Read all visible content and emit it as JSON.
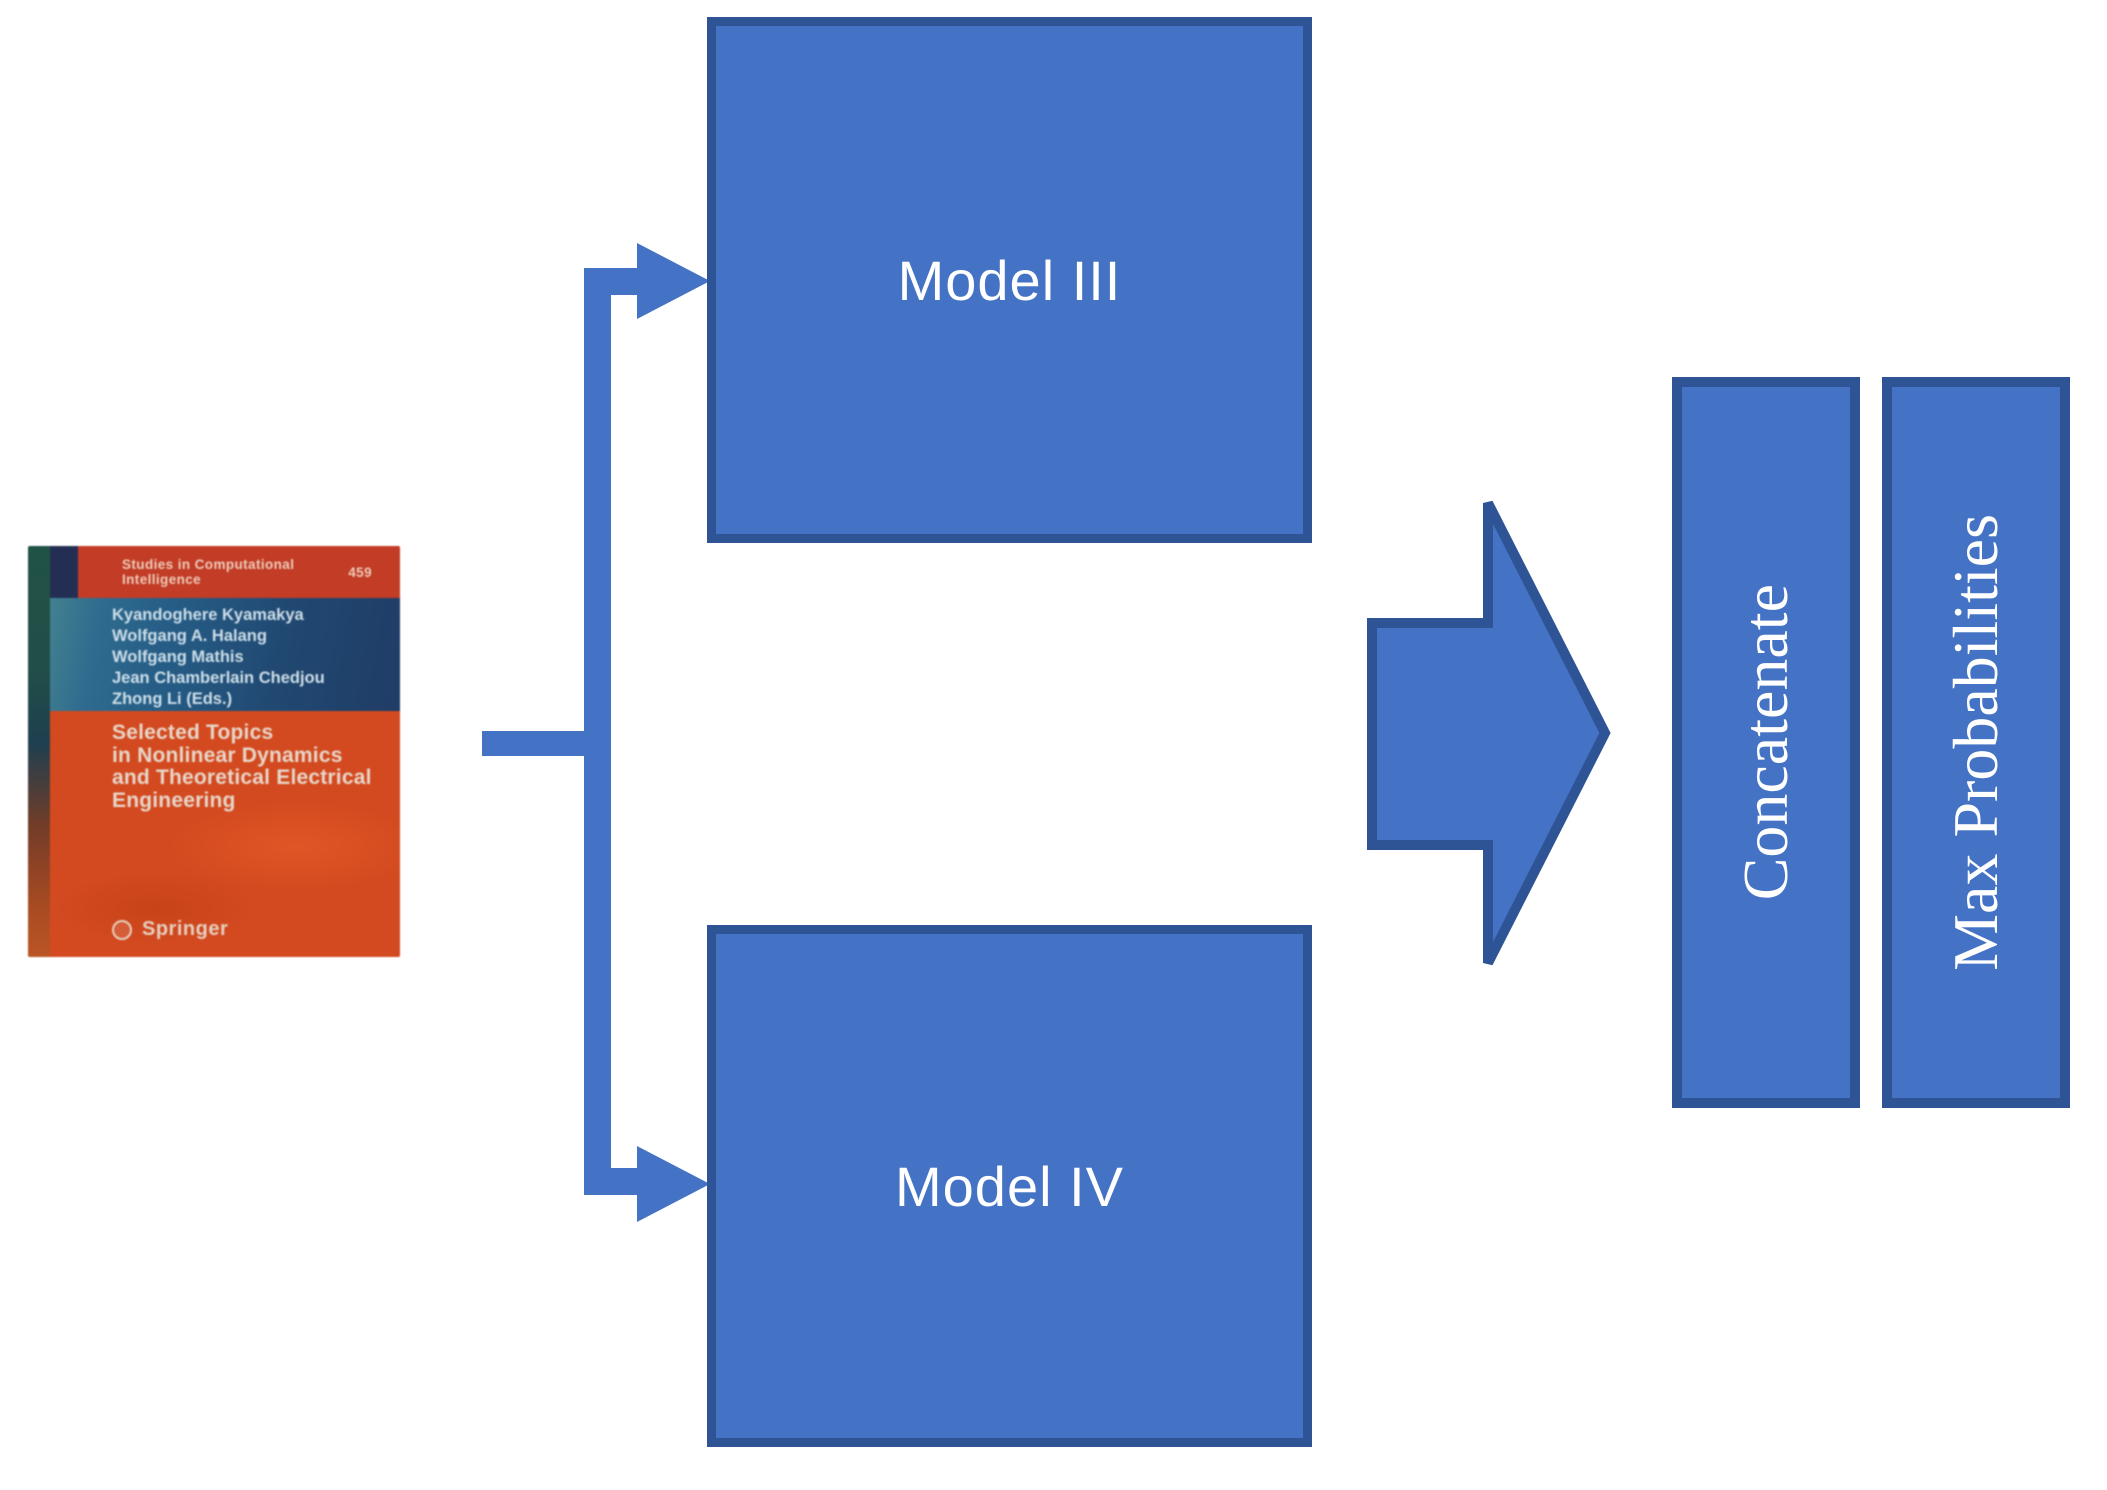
{
  "book": {
    "series_label": "Studies in Computational Intelligence",
    "series_number": "459",
    "authors": [
      "Kyandoghere Kyamakya",
      "Wolfgang A. Halang",
      "Wolfgang Mathis",
      "Jean Chamberlain Chedjou",
      "Zhong Li (Eds.)"
    ],
    "title_lines": [
      "Selected Topics",
      "in Nonlinear Dynamics",
      "and Theoretical Electrical",
      "Engineering"
    ],
    "publisher": "Springer"
  },
  "nodes": {
    "model3": {
      "label": "Model III"
    },
    "model4": {
      "label": "Model IV"
    }
  },
  "outputs": {
    "concatenate": {
      "label": "Concatenate"
    },
    "max_probabilities": {
      "label": "Max Probabilities"
    }
  },
  "colors": {
    "shape_fill": "#4472C4",
    "shape_border": "#2F5496",
    "connector": "#4472C4",
    "label_text": "#FFFFFF",
    "book_banner_red": "#BF3B26",
    "book_title_red": "#D04A20",
    "book_authors_blue": "#1F466E"
  }
}
